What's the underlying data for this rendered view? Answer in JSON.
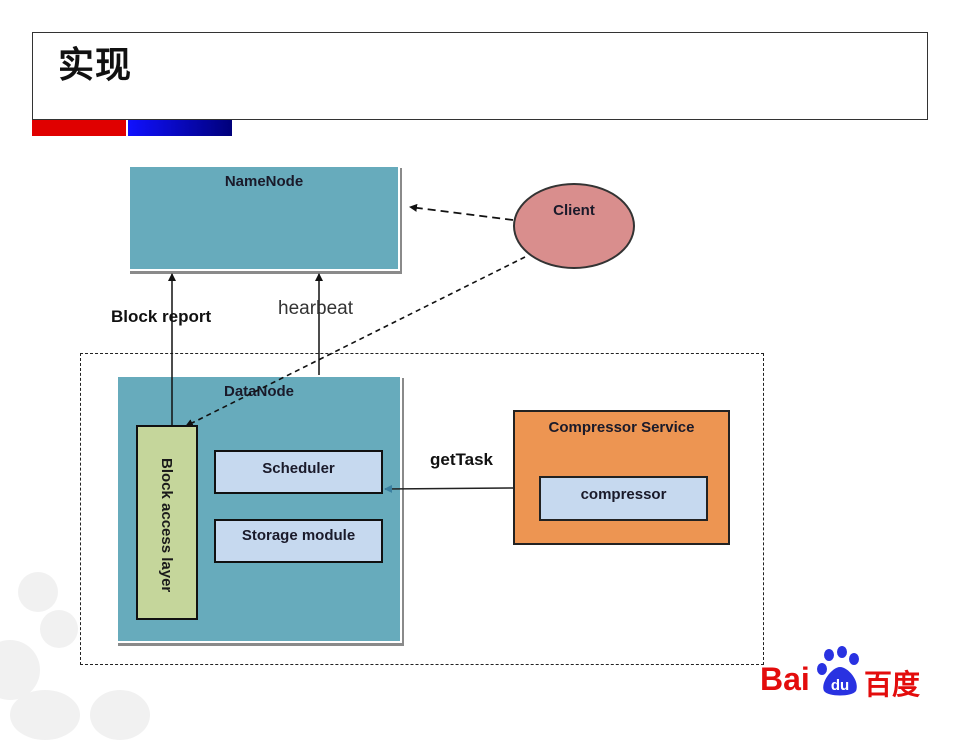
{
  "slide": {
    "title": "实现",
    "accent_colors": {
      "red": "#e00000",
      "blue": "#1010ff"
    }
  },
  "diagram": {
    "nodes": {
      "namenode": {
        "label": "NameNode",
        "color": "#67abbc"
      },
      "client": {
        "label": "Client",
        "color": "#d98e8d"
      },
      "datanode": {
        "label": "DataNode",
        "color": "#67abbc"
      },
      "block_access_layer": {
        "label": "Block access layer",
        "color": "#c5d69b"
      },
      "scheduler": {
        "label": "Scheduler",
        "color": "#c6d9ef"
      },
      "storage_module": {
        "label": "Storage module",
        "color": "#c6d9ef"
      },
      "compressor_service": {
        "label": "Compressor Service",
        "color": "#ed9552"
      },
      "compressor": {
        "label": "compressor",
        "color": "#c6d9ef"
      }
    },
    "edges": {
      "block_report": {
        "label": "Block report",
        "from": "Block access layer",
        "to": "NameNode",
        "style": "solid"
      },
      "heartbeat": {
        "label": "hearbeat",
        "from": "DataNode",
        "to": "NameNode",
        "style": "solid"
      },
      "get_task": {
        "label": "getTask",
        "from": "Compressor Service",
        "to": "Scheduler",
        "style": "solid"
      },
      "client_namenode": {
        "label": "",
        "from": "Client",
        "to": "NameNode",
        "style": "dashed"
      },
      "client_block": {
        "label": "",
        "from": "Client",
        "to": "Block access layer",
        "style": "dashed"
      }
    }
  },
  "logo": {
    "latin": "Bai",
    "paw_text": "du",
    "chinese": "百度"
  }
}
